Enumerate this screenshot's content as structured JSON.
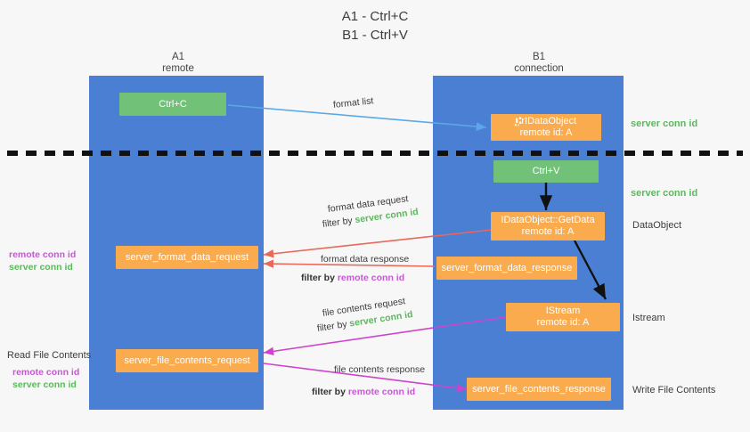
{
  "title": {
    "line1": "A1 - Ctrl+C",
    "line2": "B1 - Ctrl+V"
  },
  "colors": {
    "background": "#f7f7f7",
    "lane": "#4a7fd4",
    "node_orange": "#f9ab4e",
    "node_green": "#72c178",
    "server_conn": "#5cb85c",
    "remote_conn": "#c45ad0",
    "arrow_blue": "#5aa9e6",
    "arrow_red": "#e8685a",
    "arrow_magenta": "#cc44cc",
    "arrow_black": "#111111",
    "text": "#3c3c3c"
  },
  "lanes": [
    {
      "id": "a1",
      "title": "A1",
      "subtitle": "remote"
    },
    {
      "id": "b1",
      "title": "B1",
      "subtitle": "connection"
    }
  ],
  "nodes": [
    {
      "id": "ctrl-c",
      "label": "Ctrl+C",
      "sub": "",
      "color": "green"
    },
    {
      "id": "idataobject-top",
      "label": "͓͓⑆͓rIDataObject",
      "sub": "remote id: A",
      "color": "orange"
    },
    {
      "id": "ctrl-v",
      "label": "Ctrl+V",
      "sub": "",
      "color": "green"
    },
    {
      "id": "idataobject-getdata",
      "label": "IDataObject::GetData",
      "sub": "remote id: A",
      "color": "orange"
    },
    {
      "id": "server-format-data-request",
      "label": "server_format_data_request",
      "sub": "",
      "color": "orange"
    },
    {
      "id": "server-format-data-response",
      "label": "server_format_data_response",
      "sub": "",
      "color": "orange"
    },
    {
      "id": "istream",
      "label": "IStream",
      "sub": "remote id: A",
      "color": "orange"
    },
    {
      "id": "server-file-contents-request",
      "label": "server_file_contents_request",
      "sub": "",
      "color": "orange"
    },
    {
      "id": "server-file-contents-response",
      "label": "server_file_contents_response",
      "sub": "",
      "color": "orange"
    }
  ],
  "edge_labels": {
    "format_list": "format list",
    "format_data_request": "format data request",
    "format_data_response": "format data response",
    "file_contents_request": "file contents request",
    "file_contents_response": "file contents response",
    "filter_by": "filter by ",
    "server_conn_id": "server conn id",
    "remote_conn_id": "remote conn id"
  },
  "right_annotations": [
    {
      "id": "server-conn-id-1",
      "text": "server conn id",
      "kind": "server"
    },
    {
      "id": "server-conn-id-2",
      "text": "server conn id",
      "kind": "server"
    },
    {
      "id": "dataobject",
      "text": "DataObject",
      "kind": "plain"
    },
    {
      "id": "istream-label",
      "text": "Istream",
      "kind": "plain"
    },
    {
      "id": "write-file",
      "text": "Write File Contents",
      "kind": "plain"
    }
  ],
  "left_annotations": [
    {
      "id": "left-group-1-remote",
      "text": "remote conn id",
      "kind": "remote"
    },
    {
      "id": "left-group-1-server",
      "text": "server conn id",
      "kind": "server"
    },
    {
      "id": "read-file-contents",
      "text": "Read File Contents",
      "kind": "plain"
    },
    {
      "id": "left-group-2-remote",
      "text": "remote conn id",
      "kind": "remote"
    },
    {
      "id": "left-group-2-server",
      "text": "server conn id",
      "kind": "server"
    }
  ]
}
